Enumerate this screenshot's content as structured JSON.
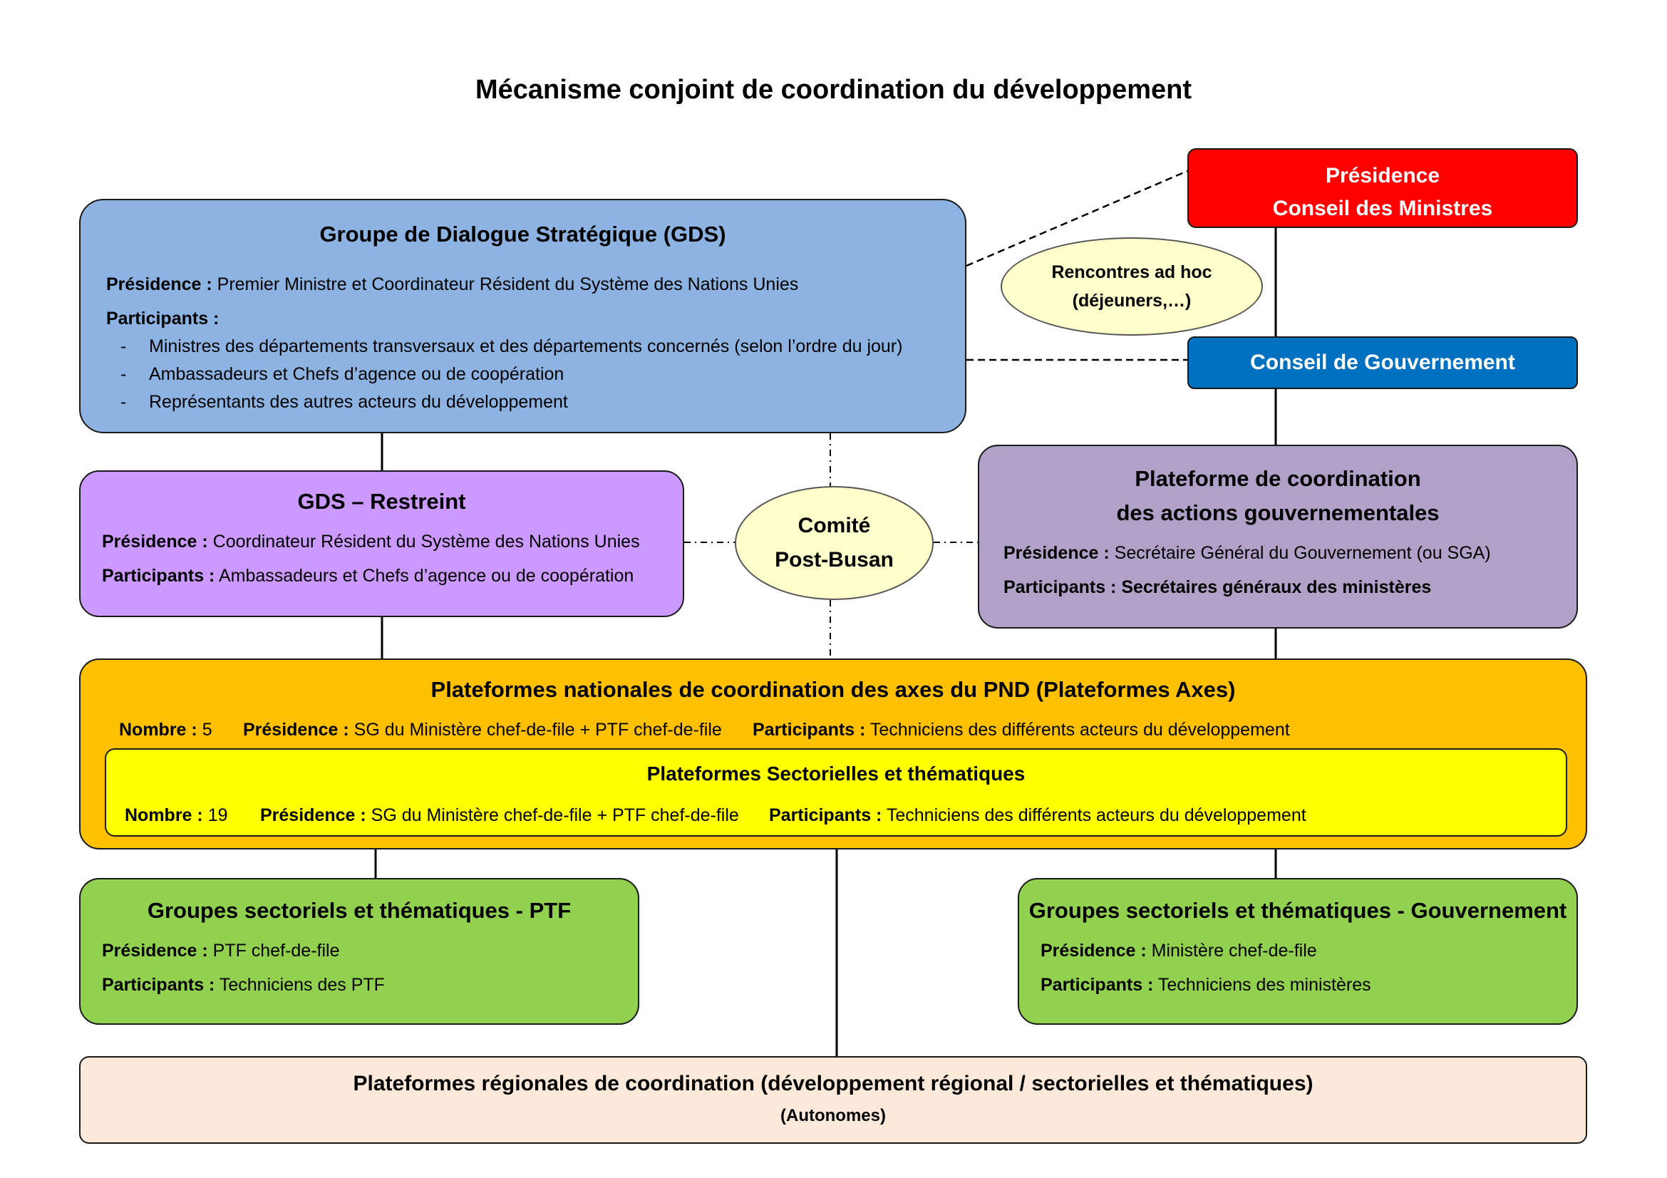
{
  "title": "Mécanisme conjoint de coordination du développement",
  "labels": {
    "presidence": "Présidence :",
    "participants": "Participants :",
    "nombre": "Nombre :",
    "dash": "-"
  },
  "presidence_box": {
    "line1": "Présidence",
    "line2": "Conseil des Ministres",
    "color": "#ff0000"
  },
  "conseil_gouvernement": {
    "label": "Conseil de Gouvernement",
    "color": "#0070c0"
  },
  "rencontres": {
    "line1": "Rencontres ad hoc",
    "line2": "(déjeuners,…)"
  },
  "comite": {
    "line1": "Comité",
    "line2": "Post-Busan"
  },
  "gds": {
    "title": "Groupe de Dialogue Stratégique (GDS)",
    "presidence": "Premier Ministre et Coordinateur Résident du Système des Nations Unies",
    "participants": [
      "Ministres des départements transversaux et des départements concernés (selon l’ordre du jour)",
      "Ambassadeurs et Chefs d’agence ou de coopération",
      "Représentants des autres acteurs du développement"
    ],
    "color": "#8db3e2"
  },
  "gds_restreint": {
    "title": "GDS – Restreint",
    "presidence": "Coordinateur Résident du Système des Nations Unies",
    "participants": "Ambassadeurs et Chefs d’agence ou de coopération",
    "color": "#cc99ff"
  },
  "plateforme_coord": {
    "title_line1": "Plateforme de coordination",
    "title_line2": "des actions gouvernementales",
    "presidence": "Secrétaire Général du Gouvernement (ou SGA)",
    "participants": "Secrétaires généraux des ministères",
    "color": "#b1a0c7"
  },
  "plateformes_axes": {
    "title": "Plateformes nationales de coordination des axes du PND (Plateformes Axes)",
    "nombre": "5",
    "presidence": "SG du Ministère chef-de-file + PTF chef-de-file",
    "participants": "Techniciens des différents acteurs du développement",
    "color": "#ffc000"
  },
  "plateformes_sectorielles": {
    "title": "Plateformes Sectorielles et thématiques",
    "nombre": "19",
    "presidence": "SG du Ministère chef-de-file + PTF chef-de-file",
    "participants": "Techniciens des différents acteurs du développement",
    "color": "#ffff00"
  },
  "groupes_ptf": {
    "title": "Groupes sectoriels et thématiques - PTF",
    "presidence": "PTF chef-de-file",
    "participants": "Techniciens des PTF",
    "color": "#92d050"
  },
  "groupes_gouv": {
    "title": "Groupes sectoriels et thématiques - Gouvernement",
    "presidence": "Ministère chef-de-file",
    "participants": "Techniciens des ministères",
    "color": "#92d050"
  },
  "plateformes_regionales": {
    "title": "Plateformes régionales de coordination (développement régional / sectorielles et thématiques)",
    "subtitle": "(Autonomes)",
    "color": "#fde9d9"
  }
}
